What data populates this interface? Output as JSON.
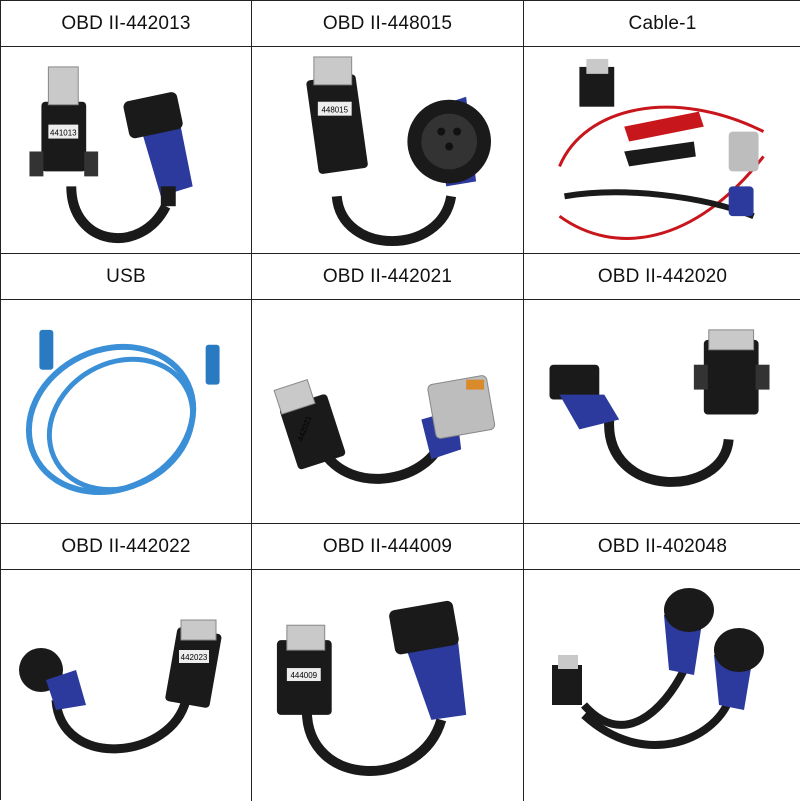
{
  "cells": [
    {
      "label": "OBD II-442013",
      "tag": "441013",
      "kind": "obd16"
    },
    {
      "label": "OBD II-448015",
      "tag": "448015",
      "kind": "round9"
    },
    {
      "label": "Cable-1",
      "tag": "",
      "kind": "clips"
    },
    {
      "label": "USB",
      "tag": "",
      "kind": "usb"
    },
    {
      "label": "OBD II-442021",
      "tag": "442021",
      "kind": "grey"
    },
    {
      "label": "OBD II-442020",
      "tag": "",
      "kind": "blue-small"
    },
    {
      "label": "OBD II-442022",
      "tag": "442023",
      "kind": "round6"
    },
    {
      "label": "OBD II-444009",
      "tag": "444009",
      "kind": "obd16"
    },
    {
      "label": "OBD II-402048",
      "tag": "",
      "kind": "y-cable"
    }
  ],
  "colors": {
    "blue": "#2b3a9c",
    "black": "#1a1a1a",
    "usb": "#3a8fd6",
    "grey": "#bdbdbd",
    "red": "#c8161d"
  }
}
